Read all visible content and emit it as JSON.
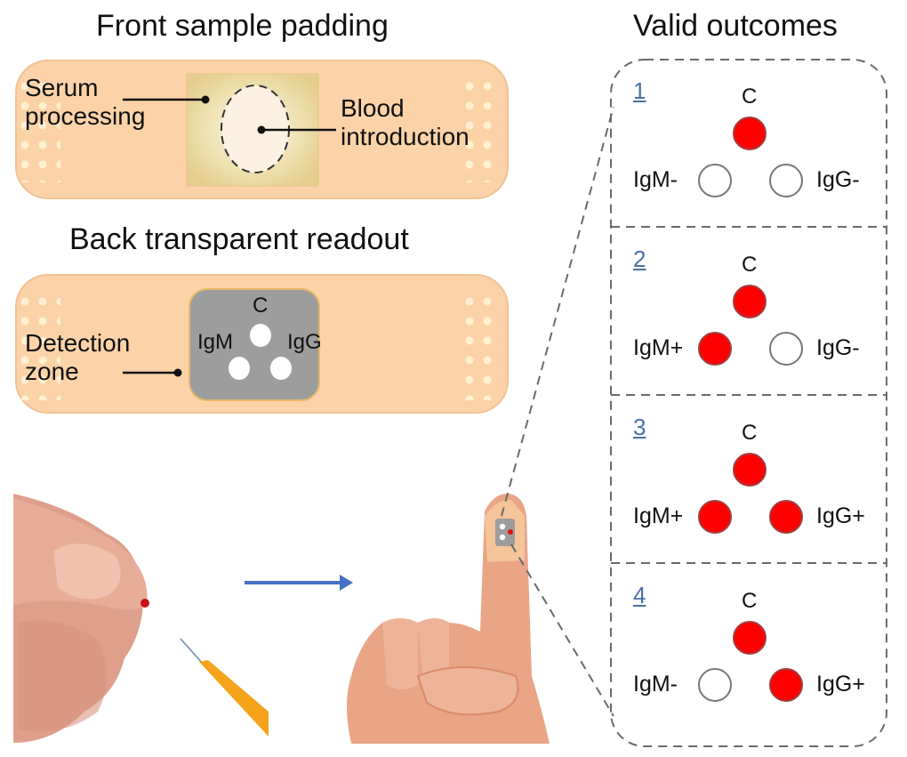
{
  "front": {
    "title": "Front sample padding",
    "label_serum": "Serum\nprocessing",
    "label_serum_line1": "Serum",
    "label_serum_line2": "processing",
    "label_blood_line1": "Blood",
    "label_blood_line2": "introduction"
  },
  "back": {
    "title": "Back transparent readout",
    "label_detection_line1": "Detection",
    "label_detection_line2": "zone",
    "spot_c": "C",
    "spot_igm": "IgM",
    "spot_igg": "IgG"
  },
  "outcomes": {
    "title": "Valid outcomes",
    "items": [
      {
        "number": "1",
        "c": "C",
        "igm": "IgM-",
        "igg": "IgG-",
        "c_pos": true,
        "igm_pos": false,
        "igg_pos": false
      },
      {
        "number": "2",
        "c": "C",
        "igm": "IgM+",
        "igg": "IgG-",
        "c_pos": true,
        "igm_pos": true,
        "igg_pos": false
      },
      {
        "number": "3",
        "c": "C",
        "igm": "IgM+",
        "igg": "IgG+",
        "c_pos": true,
        "igm_pos": true,
        "igg_pos": true
      },
      {
        "number": "4",
        "c": "C",
        "igm": "IgM-",
        "igg": "IgG+",
        "c_pos": true,
        "igm_pos": false,
        "igg_pos": true
      }
    ]
  },
  "colors": {
    "bandage": "#fcd3a8",
    "positive": "#ff0000",
    "arrow": "#4472c4",
    "number": "#4a6fa5",
    "skin": "#e7a58c",
    "lancet": "#f5a31a"
  }
}
